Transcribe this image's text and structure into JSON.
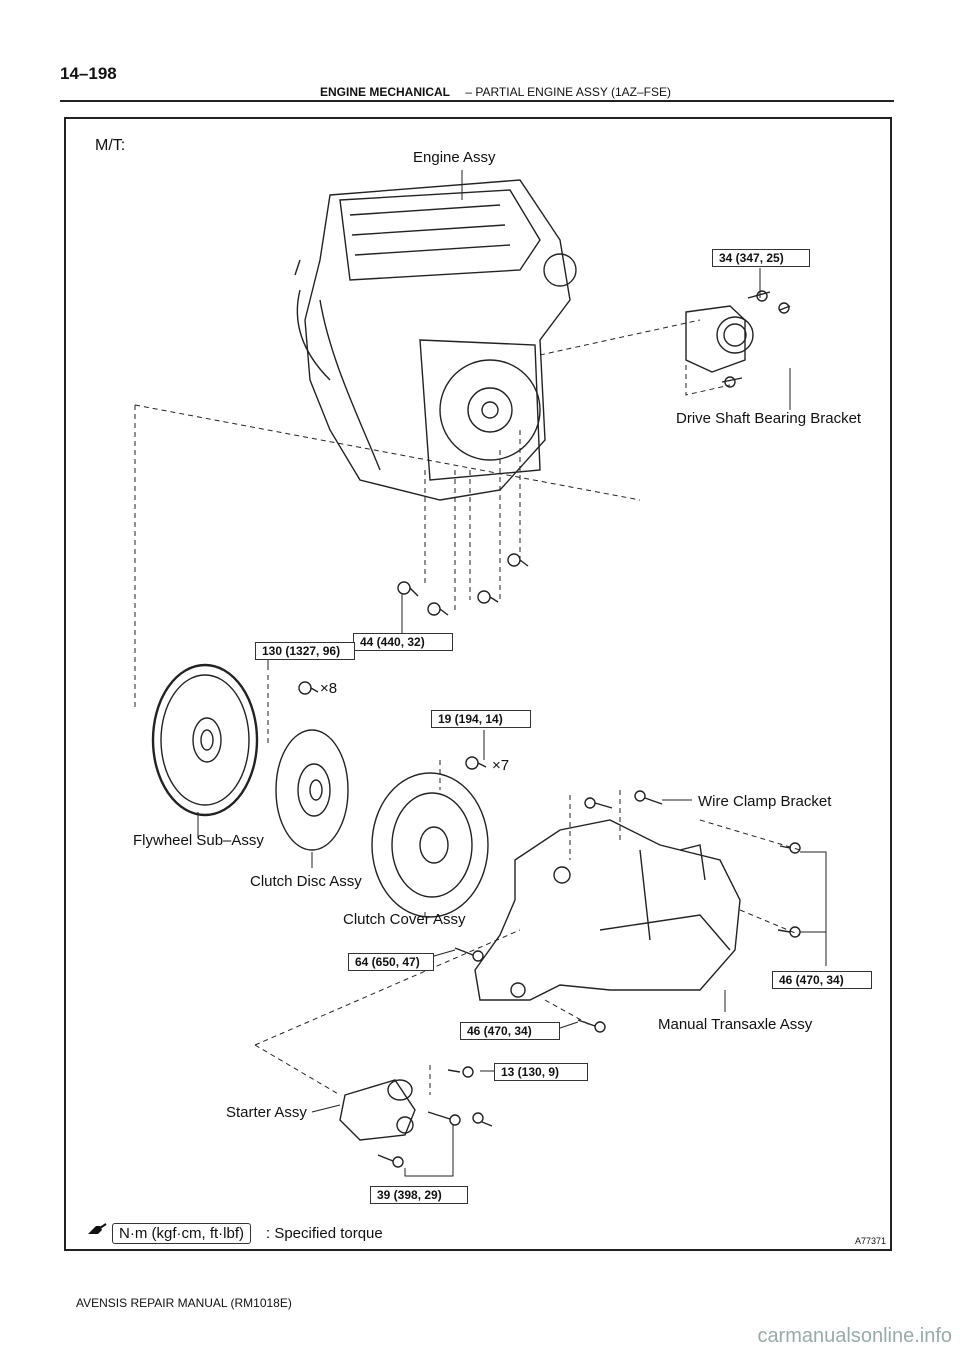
{
  "header": {
    "page_number": "14–198",
    "section_bold": "ENGINE MECHANICAL",
    "section_rest": "– PARTIAL ENGINE ASSY (1AZ–FSE)"
  },
  "figure": {
    "variant_label": "M/T:",
    "figure_code": "A77371",
    "parts": {
      "engine": "Engine Assy",
      "drive_shaft_bracket": "Drive Shaft Bearing Bracket",
      "flywheel": "Flywheel Sub–Assy",
      "clutch_disc": "Clutch Disc Assy",
      "clutch_cover": "Clutch Cover Assy",
      "wire_clamp": "Wire Clamp Bracket",
      "transaxle": "Manual Transaxle Assy",
      "starter": "Starter Assy"
    },
    "torques": {
      "t1": "34 (347, 25)",
      "t2": "44 (440, 32)",
      "t3": "130 (1327, 96)",
      "t4": "19 (194, 14)",
      "t5": "64 (650, 47)",
      "t6": "46 (470, 34)",
      "t7": "46 (470, 34)",
      "t8": "13 (130, 9)",
      "t9": "39 (398, 29)"
    },
    "multipliers": {
      "flywheel_bolts": "×8",
      "cover_bolts": "×7"
    },
    "legend": {
      "unit_box": "N·m (kgf·cm, ft·lbf)",
      "text": ": Specified torque",
      "icon": "torque-wrench-icon"
    }
  },
  "footer": {
    "manual": "AVENSIS REPAIR MANUAL   (RM1018E)"
  },
  "watermark": "carmanualsonline.info"
}
